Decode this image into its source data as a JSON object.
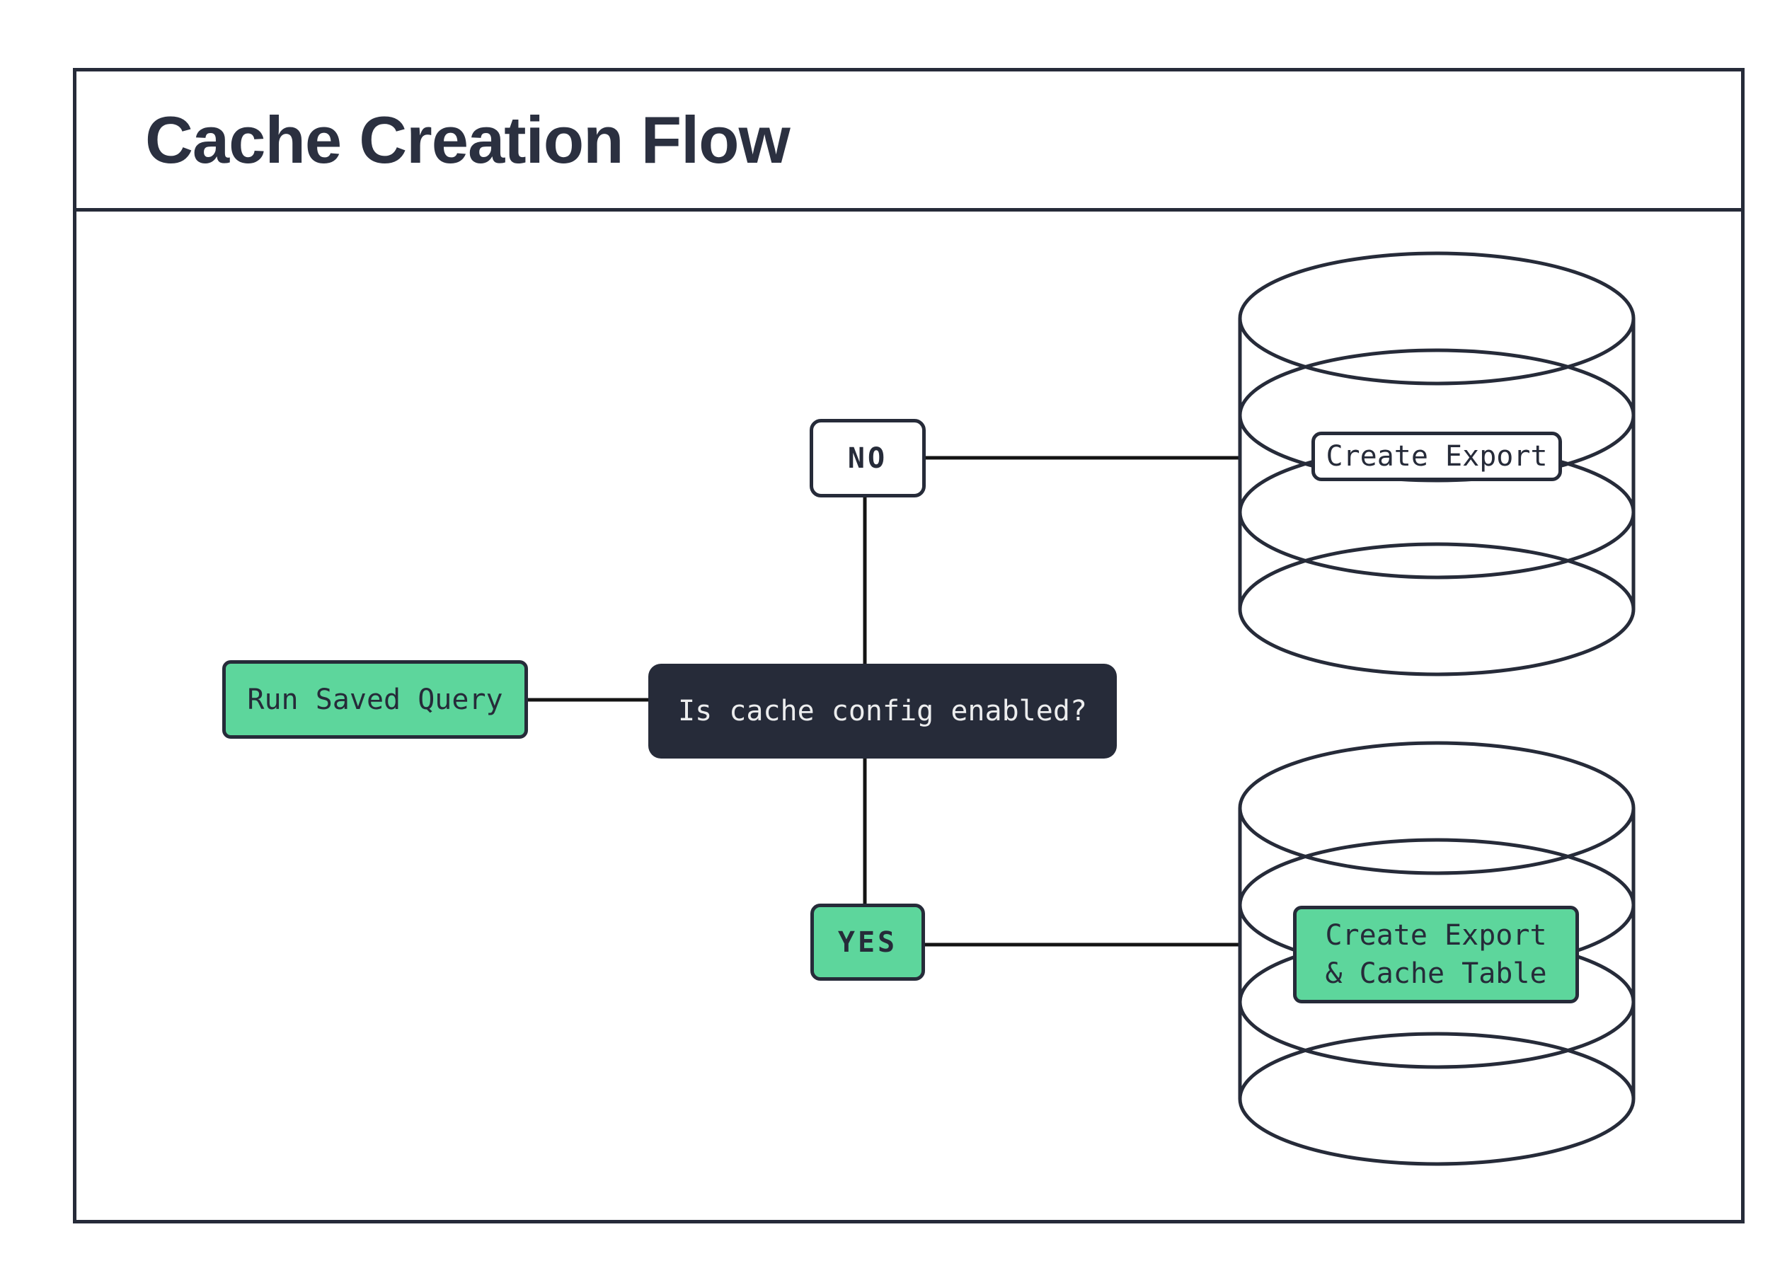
{
  "header": {
    "title": "Cache Creation Flow"
  },
  "flow": {
    "start": {
      "label": "Run Saved Query"
    },
    "decision": {
      "label": "Is cache config enabled?"
    },
    "no_branch": {
      "label": "NO",
      "result": {
        "label": "Create Export"
      }
    },
    "yes_branch": {
      "label": "YES",
      "result": {
        "label": "Create Export & Cache Table",
        "line1": "Create Export",
        "line2": "& Cache Table"
      }
    }
  },
  "colors": {
    "ink": "#262b39",
    "accent_green": "#5dd69c",
    "paper": "#ffffff",
    "connector": "#141414",
    "text_light": "#ecedee"
  }
}
